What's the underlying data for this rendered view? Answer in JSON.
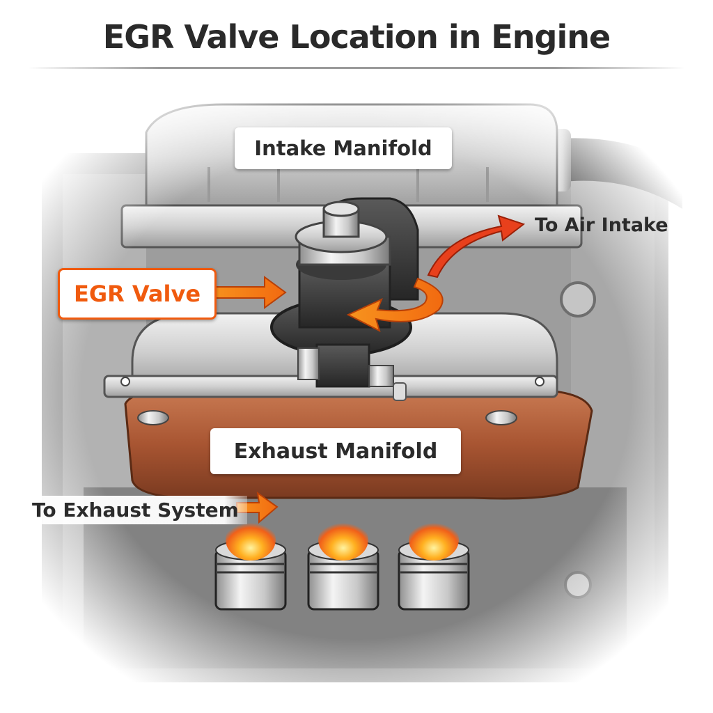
{
  "title": "EGR Valve Location in Engine",
  "labels": {
    "intake_manifold": "Intake Manifold",
    "egr_valve": "EGR Valve",
    "to_air_intake": "To Air Intake",
    "exhaust_manifold": "Exhaust Manifold",
    "to_exhaust_system": "To Exhaust System"
  },
  "colors": {
    "egr_accent": "#f05a0e",
    "arrow_orange": "#f7931e",
    "arrow_red": "#e8401c",
    "exhaust_copper": "#b5603a",
    "metal_light": "#d9d9d9",
    "metal_dark": "#3a3a3a",
    "text_dark": "#2b2b2b"
  },
  "diagram": {
    "pistons": 3,
    "flames": 3
  }
}
